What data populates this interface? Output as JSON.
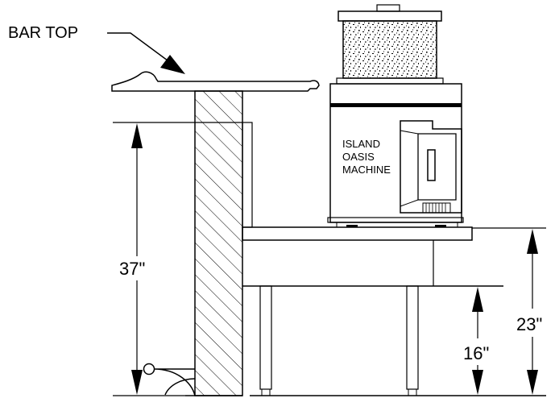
{
  "labels": {
    "bar_top": "BAR TOP",
    "machine_line1": "ISLAND",
    "machine_line2": "OASIS",
    "machine_line3": "MACHINE"
  },
  "dimensions": {
    "overall_height": "37\"",
    "shelf_height": "16\"",
    "counter_height": "23\""
  },
  "colors": {
    "ink": "#000000",
    "background": "#ffffff"
  }
}
